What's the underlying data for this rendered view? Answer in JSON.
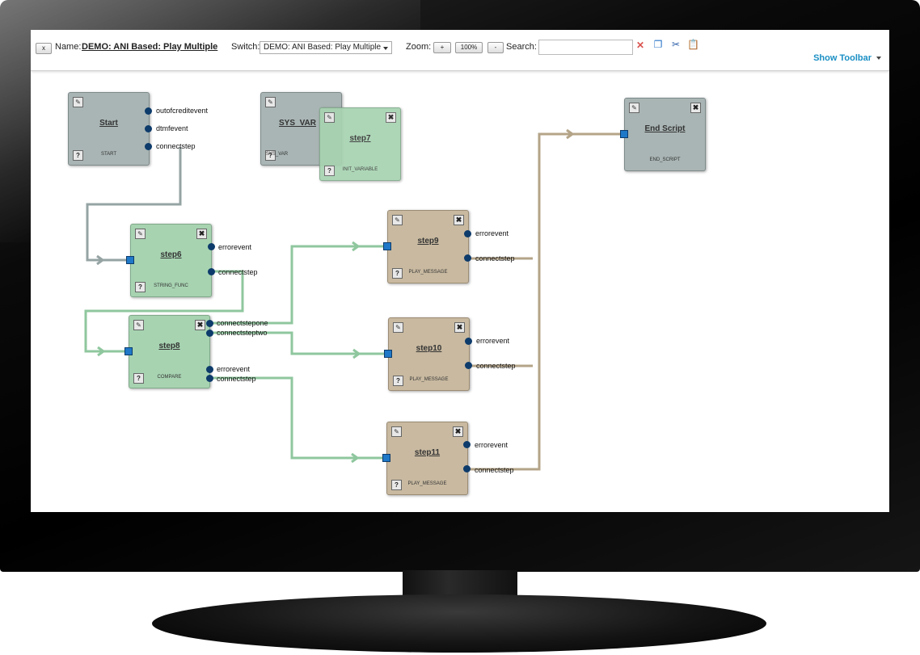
{
  "toolbar": {
    "close_label": "x",
    "name_label": "Name:",
    "name_value": "DEMO: ANI Based: Play Multiple",
    "switch_label": "Switch:",
    "switch_value": "DEMO: ANI Based: Play Multiple",
    "zoom_label": "Zoom:",
    "zoom_in_label": "+",
    "zoom_level": "100%",
    "zoom_out_label": "-",
    "search_label": "Search:",
    "search_value": "",
    "show_toolbar_label": "Show Toolbar",
    "icons": [
      "delete-icon",
      "copy-icon",
      "cut-icon",
      "paste-icon"
    ]
  },
  "colors": {
    "grey_node": "#a9b5b4",
    "green_node": "#a7d3b1",
    "tan_node": "#c8b9a0",
    "green_line": "#8fc79e",
    "tan_line": "#b4a488",
    "grey_line": "#95a3a3",
    "port_out": "#0d3b6b",
    "port_in": "#1f78c8",
    "link_blue": "#1a8fc4"
  },
  "nodes": {
    "start": {
      "title": "Start",
      "type": "START",
      "ports": [
        "outofcreditevent",
        "dtmfevent",
        "connectstep"
      ]
    },
    "sys_var": {
      "title": "SYS_VAR",
      "type": "SYS_VAR"
    },
    "step7": {
      "title": "step7",
      "type": "INIT_VARIABLE"
    },
    "end_script": {
      "title": "End Script",
      "type": "END_SCRIPT"
    },
    "step6": {
      "title": "step6",
      "type": "STRING_FUNC",
      "ports": [
        "errorevent",
        "connectstep"
      ]
    },
    "step8": {
      "title": "step8",
      "type": "COMPARE",
      "ports": [
        "connectstepone",
        "connectsteptwo",
        "errorevent",
        "connectstep"
      ]
    },
    "step9": {
      "title": "step9",
      "type": "PLAY_MESSAGE",
      "ports": [
        "errorevent",
        "connectstep"
      ]
    },
    "step10": {
      "title": "step10",
      "type": "PLAY_MESSAGE",
      "ports": [
        "errorevent",
        "connectstep"
      ]
    },
    "step11": {
      "title": "step11",
      "type": "PLAY_MESSAGE",
      "ports": [
        "errorevent",
        "connectstep"
      ]
    }
  }
}
